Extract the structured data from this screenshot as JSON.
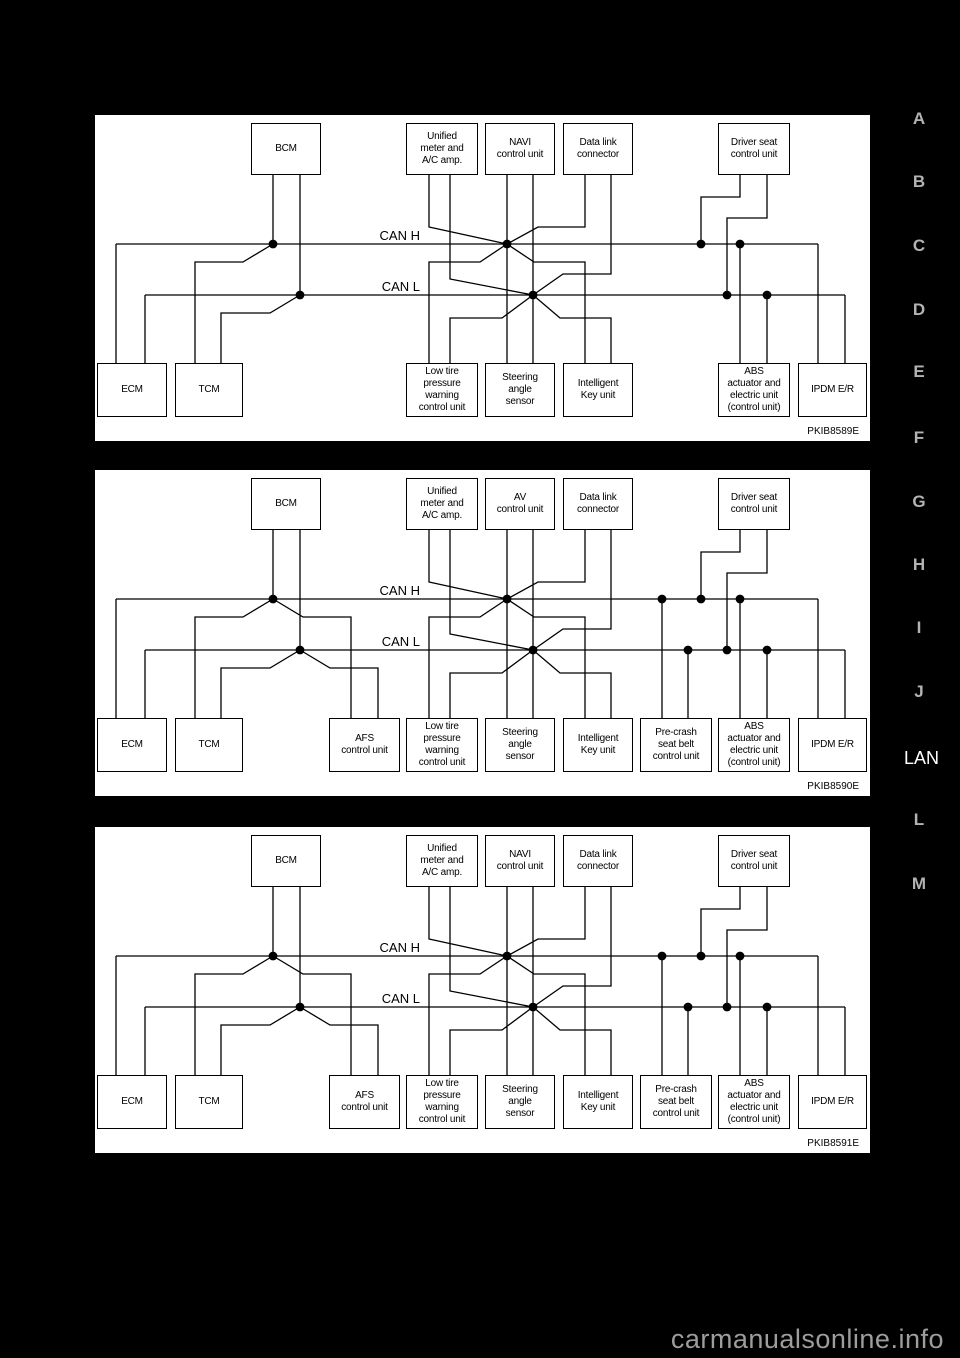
{
  "page": {
    "background": "#000000",
    "panel_background": "#ffffff",
    "line_color": "#000000",
    "sidebar_letter_color": "#b3b3b3",
    "active_tab_color": "#ffffff",
    "watermark": "carmanualsonline.info"
  },
  "sidebar": {
    "items": [
      {
        "label": "A",
        "active": false
      },
      {
        "label": "B",
        "active": false
      },
      {
        "label": "C",
        "active": false
      },
      {
        "label": "D",
        "active": false
      },
      {
        "label": "E",
        "active": false
      },
      {
        "label": "F",
        "active": false
      },
      {
        "label": "G",
        "active": false
      },
      {
        "label": "H",
        "active": false
      },
      {
        "label": "I",
        "active": false
      },
      {
        "label": "J",
        "active": false
      },
      {
        "label": "LAN",
        "active": true
      },
      {
        "label": "L",
        "active": false
      },
      {
        "label": "M",
        "active": false
      }
    ]
  },
  "diagrams": [
    {
      "code": "PKIB8589E",
      "can_high": "CAN H",
      "can_low": "CAN L",
      "boxes": [
        {
          "slot": "bcm",
          "lines": [
            "BCM"
          ]
        },
        {
          "slot": "unified-meter",
          "lines": [
            "Unified",
            "meter and",
            "A/C amp."
          ]
        },
        {
          "slot": "center-top",
          "lines": [
            "NAVI",
            "control unit"
          ]
        },
        {
          "slot": "data-link",
          "lines": [
            "Data link",
            "connector"
          ]
        },
        {
          "slot": "driver-seat",
          "lines": [
            "Driver seat",
            "control unit"
          ]
        },
        {
          "slot": "ecm",
          "lines": [
            "ECM"
          ]
        },
        {
          "slot": "tcm",
          "lines": [
            "TCM"
          ]
        },
        {
          "slot": "low-tire",
          "lines": [
            "Low tire",
            "pressure",
            "warning",
            "control unit"
          ]
        },
        {
          "slot": "steering",
          "lines": [
            "Steering",
            "angle",
            "sensor"
          ]
        },
        {
          "slot": "intelligent-key",
          "lines": [
            "Intelligent",
            "Key unit"
          ]
        },
        {
          "slot": "abs",
          "lines": [
            "ABS",
            "actuator and",
            "electric unit",
            "(control unit)"
          ]
        },
        {
          "slot": "ipdm",
          "lines": [
            "IPDM E/R"
          ]
        }
      ]
    },
    {
      "code": "PKIB8590E",
      "can_high": "CAN H",
      "can_low": "CAN L",
      "boxes": [
        {
          "slot": "bcm",
          "lines": [
            "BCM"
          ]
        },
        {
          "slot": "unified-meter",
          "lines": [
            "Unified",
            "meter and",
            "A/C amp."
          ]
        },
        {
          "slot": "center-top",
          "lines": [
            "AV",
            "control unit"
          ]
        },
        {
          "slot": "data-link",
          "lines": [
            "Data link",
            "connector"
          ]
        },
        {
          "slot": "driver-seat",
          "lines": [
            "Driver seat",
            "control unit"
          ]
        },
        {
          "slot": "ecm",
          "lines": [
            "ECM"
          ]
        },
        {
          "slot": "tcm",
          "lines": [
            "TCM"
          ]
        },
        {
          "slot": "afs",
          "lines": [
            "AFS",
            "control unit"
          ]
        },
        {
          "slot": "low-tire",
          "lines": [
            "Low tire",
            "pressure",
            "warning",
            "control unit"
          ]
        },
        {
          "slot": "steering",
          "lines": [
            "Steering",
            "angle",
            "sensor"
          ]
        },
        {
          "slot": "intelligent-key",
          "lines": [
            "Intelligent",
            "Key unit"
          ]
        },
        {
          "slot": "pre-crash",
          "lines": [
            "Pre-crash",
            "seat belt",
            "control unit"
          ]
        },
        {
          "slot": "abs",
          "lines": [
            "ABS",
            "actuator and",
            "electric unit",
            "(control unit)"
          ]
        },
        {
          "slot": "ipdm",
          "lines": [
            "IPDM E/R"
          ]
        }
      ]
    },
    {
      "code": "PKIB8591E",
      "can_high": "CAN H",
      "can_low": "CAN L",
      "boxes": [
        {
          "slot": "bcm",
          "lines": [
            "BCM"
          ]
        },
        {
          "slot": "unified-meter",
          "lines": [
            "Unified",
            "meter and",
            "A/C amp."
          ]
        },
        {
          "slot": "center-top",
          "lines": [
            "NAVI",
            "control unit"
          ]
        },
        {
          "slot": "data-link",
          "lines": [
            "Data link",
            "connector"
          ]
        },
        {
          "slot": "driver-seat",
          "lines": [
            "Driver seat",
            "control unit"
          ]
        },
        {
          "slot": "ecm",
          "lines": [
            "ECM"
          ]
        },
        {
          "slot": "tcm",
          "lines": [
            "TCM"
          ]
        },
        {
          "slot": "afs",
          "lines": [
            "AFS",
            "control unit"
          ]
        },
        {
          "slot": "low-tire",
          "lines": [
            "Low tire",
            "pressure",
            "warning",
            "control unit"
          ]
        },
        {
          "slot": "steering",
          "lines": [
            "Steering",
            "angle",
            "sensor"
          ]
        },
        {
          "slot": "intelligent-key",
          "lines": [
            "Intelligent",
            "Key unit"
          ]
        },
        {
          "slot": "pre-crash",
          "lines": [
            "Pre-crash",
            "seat belt",
            "control unit"
          ]
        },
        {
          "slot": "abs",
          "lines": [
            "ABS",
            "actuator and",
            "electric unit",
            "(control unit)"
          ]
        },
        {
          "slot": "ipdm",
          "lines": [
            "IPDM E/R"
          ]
        }
      ]
    }
  ]
}
